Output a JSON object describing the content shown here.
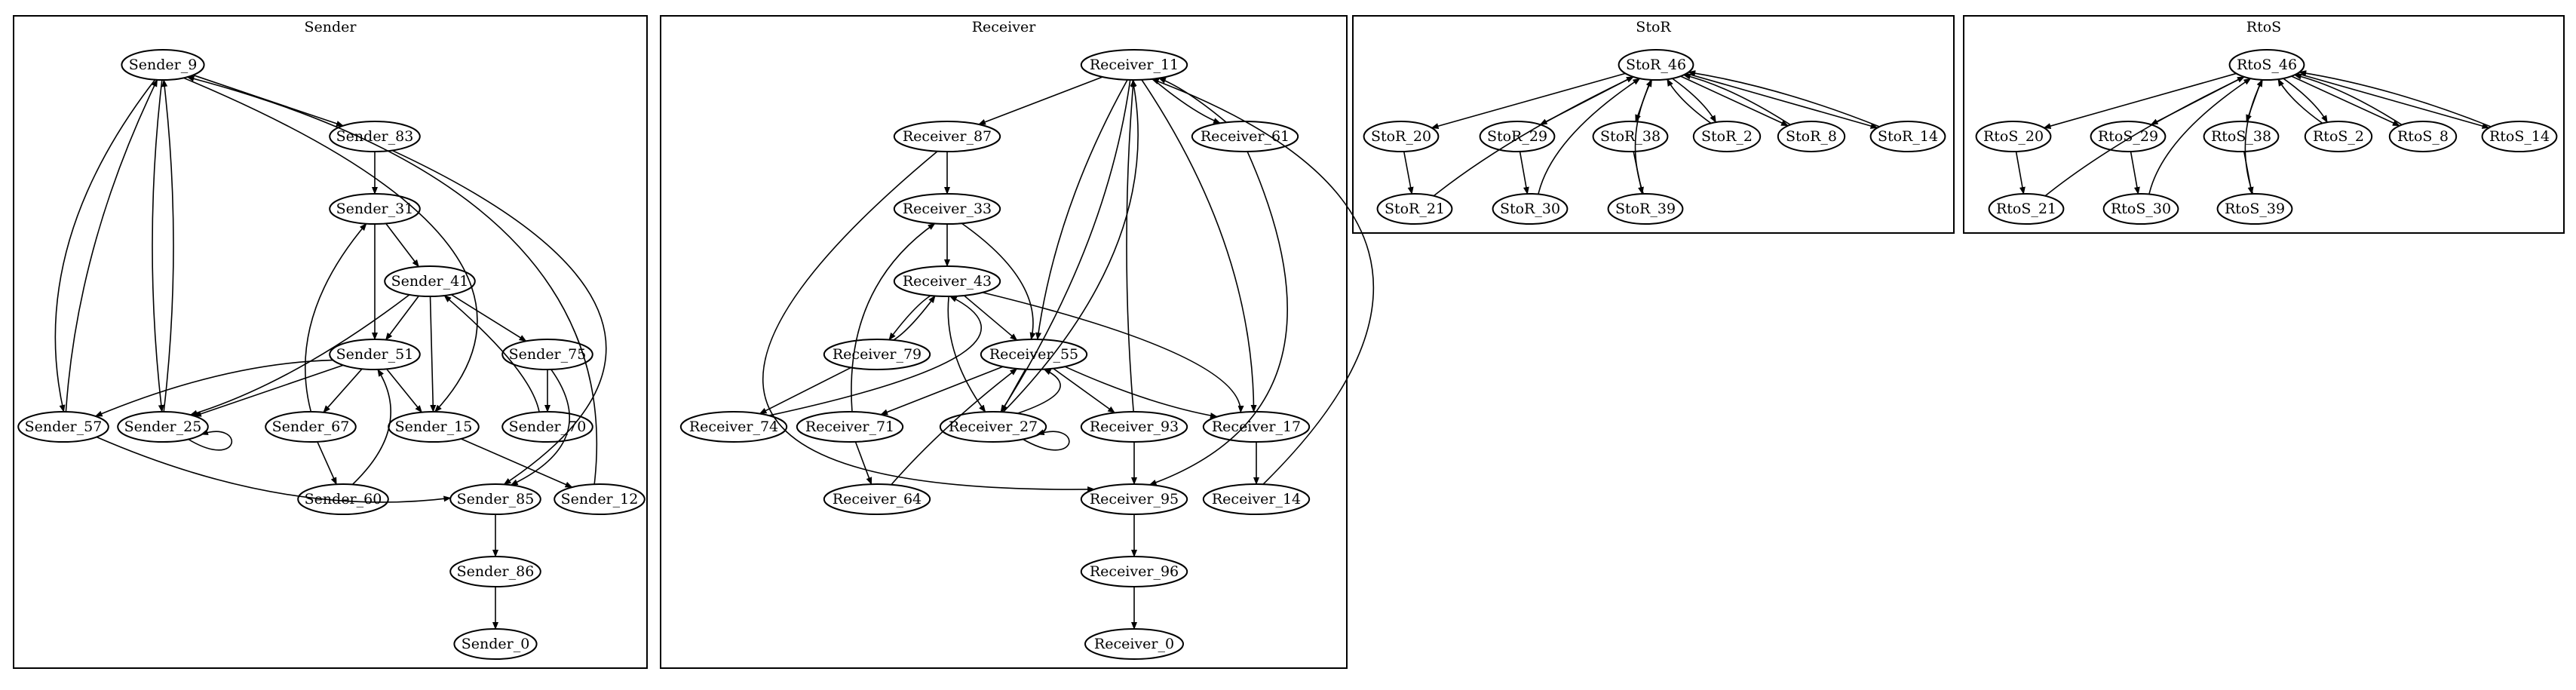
{
  "clusters": [
    {
      "id": "sender",
      "label": "Sender",
      "nodes": [
        "Sender_9",
        "Sender_83",
        "Sender_31",
        "Sender_41",
        "Sender_51",
        "Sender_75",
        "Sender_57",
        "Sender_25",
        "Sender_67",
        "Sender_15",
        "Sender_70",
        "Sender_60",
        "Sender_85",
        "Sender_12",
        "Sender_86",
        "Sender_0"
      ],
      "edges": [
        [
          "Sender_9",
          "Sender_83"
        ],
        [
          "Sender_9",
          "Sender_57"
        ],
        [
          "Sender_9",
          "Sender_25"
        ],
        [
          "Sender_9",
          "Sender_15"
        ],
        [
          "Sender_83",
          "Sender_31"
        ],
        [
          "Sender_83",
          "Sender_85"
        ],
        [
          "Sender_31",
          "Sender_41"
        ],
        [
          "Sender_31",
          "Sender_51"
        ],
        [
          "Sender_41",
          "Sender_51"
        ],
        [
          "Sender_41",
          "Sender_75"
        ],
        [
          "Sender_41",
          "Sender_15"
        ],
        [
          "Sender_41",
          "Sender_25"
        ],
        [
          "Sender_51",
          "Sender_57"
        ],
        [
          "Sender_51",
          "Sender_25"
        ],
        [
          "Sender_51",
          "Sender_67"
        ],
        [
          "Sender_51",
          "Sender_15"
        ],
        [
          "Sender_75",
          "Sender_70"
        ],
        [
          "Sender_75",
          "Sender_85"
        ],
        [
          "Sender_70",
          "Sender_41"
        ],
        [
          "Sender_57",
          "Sender_9"
        ],
        [
          "Sender_57",
          "Sender_85"
        ],
        [
          "Sender_25",
          "Sender_9"
        ],
        [
          "Sender_25",
          "Sender_25"
        ],
        [
          "Sender_67",
          "Sender_31"
        ],
        [
          "Sender_67",
          "Sender_60"
        ],
        [
          "Sender_60",
          "Sender_51"
        ],
        [
          "Sender_15",
          "Sender_12"
        ],
        [
          "Sender_12",
          "Sender_9"
        ],
        [
          "Sender_85",
          "Sender_86"
        ],
        [
          "Sender_86",
          "Sender_0"
        ]
      ]
    },
    {
      "id": "receiver",
      "label": "Receiver",
      "nodes": [
        "Receiver_11",
        "Receiver_87",
        "Receiver_61",
        "Receiver_33",
        "Receiver_43",
        "Receiver_79",
        "Receiver_55",
        "Receiver_74",
        "Receiver_71",
        "Receiver_27",
        "Receiver_93",
        "Receiver_17",
        "Receiver_64",
        "Receiver_95",
        "Receiver_14",
        "Receiver_96",
        "Receiver_0"
      ],
      "edges": [
        [
          "Receiver_11",
          "Receiver_87"
        ],
        [
          "Receiver_11",
          "Receiver_61"
        ],
        [
          "Receiver_11",
          "Receiver_55"
        ],
        [
          "Receiver_11",
          "Receiver_27"
        ],
        [
          "Receiver_11",
          "Receiver_17"
        ],
        [
          "Receiver_61",
          "Receiver_11"
        ],
        [
          "Receiver_61",
          "Receiver_95"
        ],
        [
          "Receiver_87",
          "Receiver_33"
        ],
        [
          "Receiver_87",
          "Receiver_95"
        ],
        [
          "Receiver_33",
          "Receiver_43"
        ],
        [
          "Receiver_33",
          "Receiver_55"
        ],
        [
          "Receiver_43",
          "Receiver_79"
        ],
        [
          "Receiver_43",
          "Receiver_55"
        ],
        [
          "Receiver_43",
          "Receiver_27"
        ],
        [
          "Receiver_43",
          "Receiver_17"
        ],
        [
          "Receiver_79",
          "Receiver_43"
        ],
        [
          "Receiver_79",
          "Receiver_74"
        ],
        [
          "Receiver_74",
          "Receiver_43"
        ],
        [
          "Receiver_71",
          "Receiver_33"
        ],
        [
          "Receiver_71",
          "Receiver_64"
        ],
        [
          "Receiver_64",
          "Receiver_55"
        ],
        [
          "Receiver_55",
          "Receiver_71"
        ],
        [
          "Receiver_55",
          "Receiver_27"
        ],
        [
          "Receiver_55",
          "Receiver_93"
        ],
        [
          "Receiver_55",
          "Receiver_17"
        ],
        [
          "Receiver_27",
          "Receiver_11"
        ],
        [
          "Receiver_27",
          "Receiver_27"
        ],
        [
          "Receiver_27",
          "Receiver_55"
        ],
        [
          "Receiver_93",
          "Receiver_11"
        ],
        [
          "Receiver_93",
          "Receiver_95"
        ],
        [
          "Receiver_17",
          "Receiver_14"
        ],
        [
          "Receiver_14",
          "Receiver_11"
        ],
        [
          "Receiver_95",
          "Receiver_96"
        ],
        [
          "Receiver_96",
          "Receiver_0"
        ]
      ]
    },
    {
      "id": "stor",
      "label": "StoR",
      "nodes": [
        "StoR_46",
        "StoR_20",
        "StoR_29",
        "StoR_38",
        "StoR_2",
        "StoR_8",
        "StoR_14",
        "StoR_21",
        "StoR_30",
        "StoR_39"
      ],
      "edges": [
        [
          "StoR_46",
          "StoR_20"
        ],
        [
          "StoR_46",
          "StoR_29"
        ],
        [
          "StoR_46",
          "StoR_38"
        ],
        [
          "StoR_46",
          "StoR_2"
        ],
        [
          "StoR_46",
          "StoR_8"
        ],
        [
          "StoR_46",
          "StoR_14"
        ],
        [
          "StoR_2",
          "StoR_46"
        ],
        [
          "StoR_8",
          "StoR_46"
        ],
        [
          "StoR_14",
          "StoR_46"
        ],
        [
          "StoR_20",
          "StoR_21"
        ],
        [
          "StoR_29",
          "StoR_30"
        ],
        [
          "StoR_38",
          "StoR_39"
        ],
        [
          "StoR_21",
          "StoR_46"
        ],
        [
          "StoR_30",
          "StoR_46"
        ],
        [
          "StoR_39",
          "StoR_46"
        ]
      ]
    },
    {
      "id": "rtos",
      "label": "RtoS",
      "nodes": [
        "RtoS_46",
        "RtoS_20",
        "RtoS_29",
        "RtoS_38",
        "RtoS_2",
        "RtoS_8",
        "RtoS_14",
        "RtoS_21",
        "RtoS_30",
        "RtoS_39"
      ],
      "edges": [
        [
          "RtoS_46",
          "RtoS_20"
        ],
        [
          "RtoS_46",
          "RtoS_29"
        ],
        [
          "RtoS_46",
          "RtoS_38"
        ],
        [
          "RtoS_46",
          "RtoS_2"
        ],
        [
          "RtoS_46",
          "RtoS_8"
        ],
        [
          "RtoS_46",
          "RtoS_14"
        ],
        [
          "RtoS_2",
          "RtoS_46"
        ],
        [
          "RtoS_8",
          "RtoS_46"
        ],
        [
          "RtoS_14",
          "RtoS_46"
        ],
        [
          "RtoS_20",
          "RtoS_21"
        ],
        [
          "RtoS_29",
          "RtoS_30"
        ],
        [
          "RtoS_38",
          "RtoS_39"
        ],
        [
          "RtoS_21",
          "RtoS_46"
        ],
        [
          "RtoS_30",
          "RtoS_46"
        ],
        [
          "RtoS_39",
          "RtoS_46"
        ]
      ]
    }
  ]
}
